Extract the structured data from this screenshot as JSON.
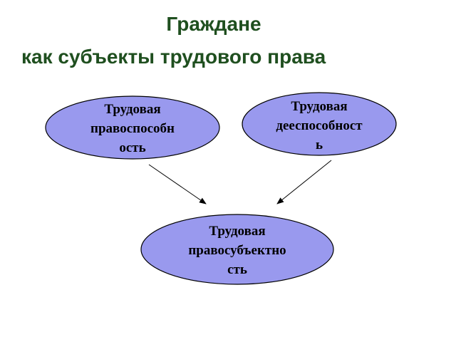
{
  "title": {
    "line1": "Граждане",
    "line2": "как субъекты трудового права"
  },
  "nodes": {
    "left": {
      "lines": [
        "Трудовая",
        "правоспособн",
        "ость"
      ]
    },
    "right": {
      "lines": [
        "Трудовая",
        "дееспособност",
        "ь"
      ]
    },
    "bottom": {
      "lines": [
        "Трудовая",
        "правосубъектно",
        "сть"
      ]
    }
  },
  "colors": {
    "title": "#1f4f1f",
    "ellipse_fill": "#9999ee",
    "ellipse_stroke": "#000000",
    "arrow": "#000000"
  }
}
